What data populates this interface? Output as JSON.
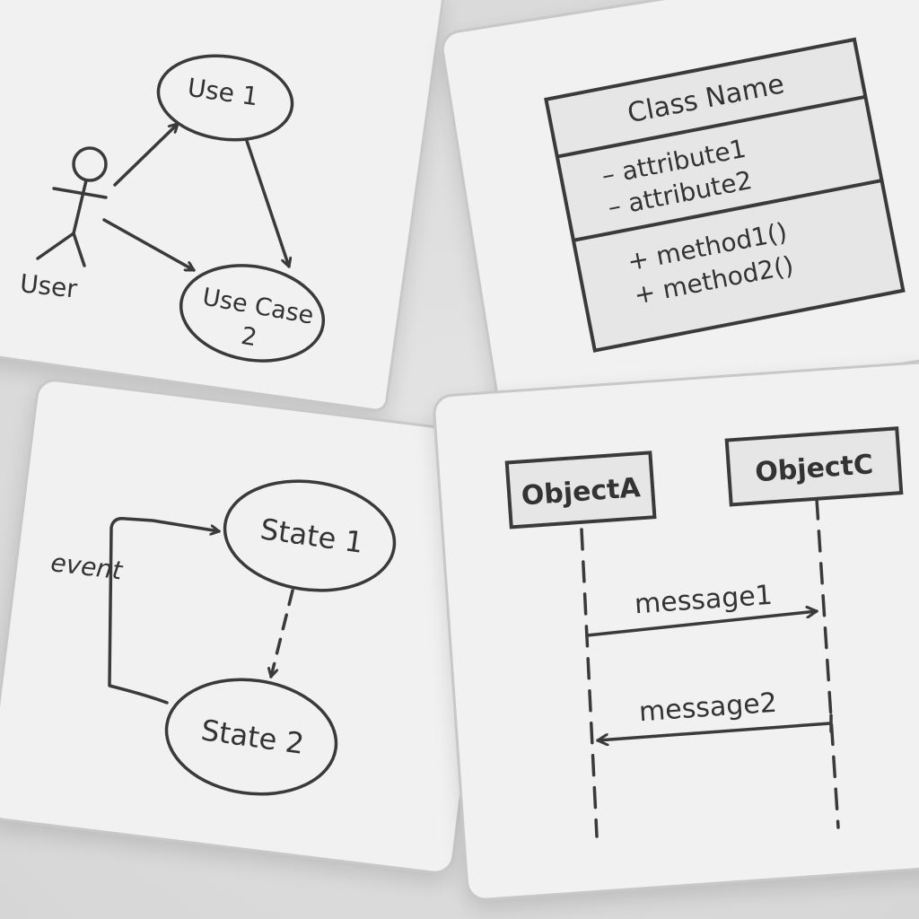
{
  "use_case_diagram": {
    "actor_label": "User",
    "use_case_1": "Use 1",
    "use_case_2_line1": "Use Case",
    "use_case_2_line2": "2"
  },
  "class_diagram": {
    "class_name": "Class Name",
    "attributes": [
      "– attribute1",
      "– attribute2"
    ],
    "methods": [
      "+ method1()",
      "+ method2()"
    ]
  },
  "state_diagram": {
    "state_1": "State 1",
    "state_2": "State 2",
    "transition_label": "event"
  },
  "sequence_diagram": {
    "object_a": "ObjectA",
    "object_c": "ObjectC",
    "message_1": "message1",
    "message_2": "message2"
  },
  "colors": {
    "card_background": "#f1f1f1",
    "ink": "#3a3a3a",
    "class_fill": "#e6e6e6"
  }
}
